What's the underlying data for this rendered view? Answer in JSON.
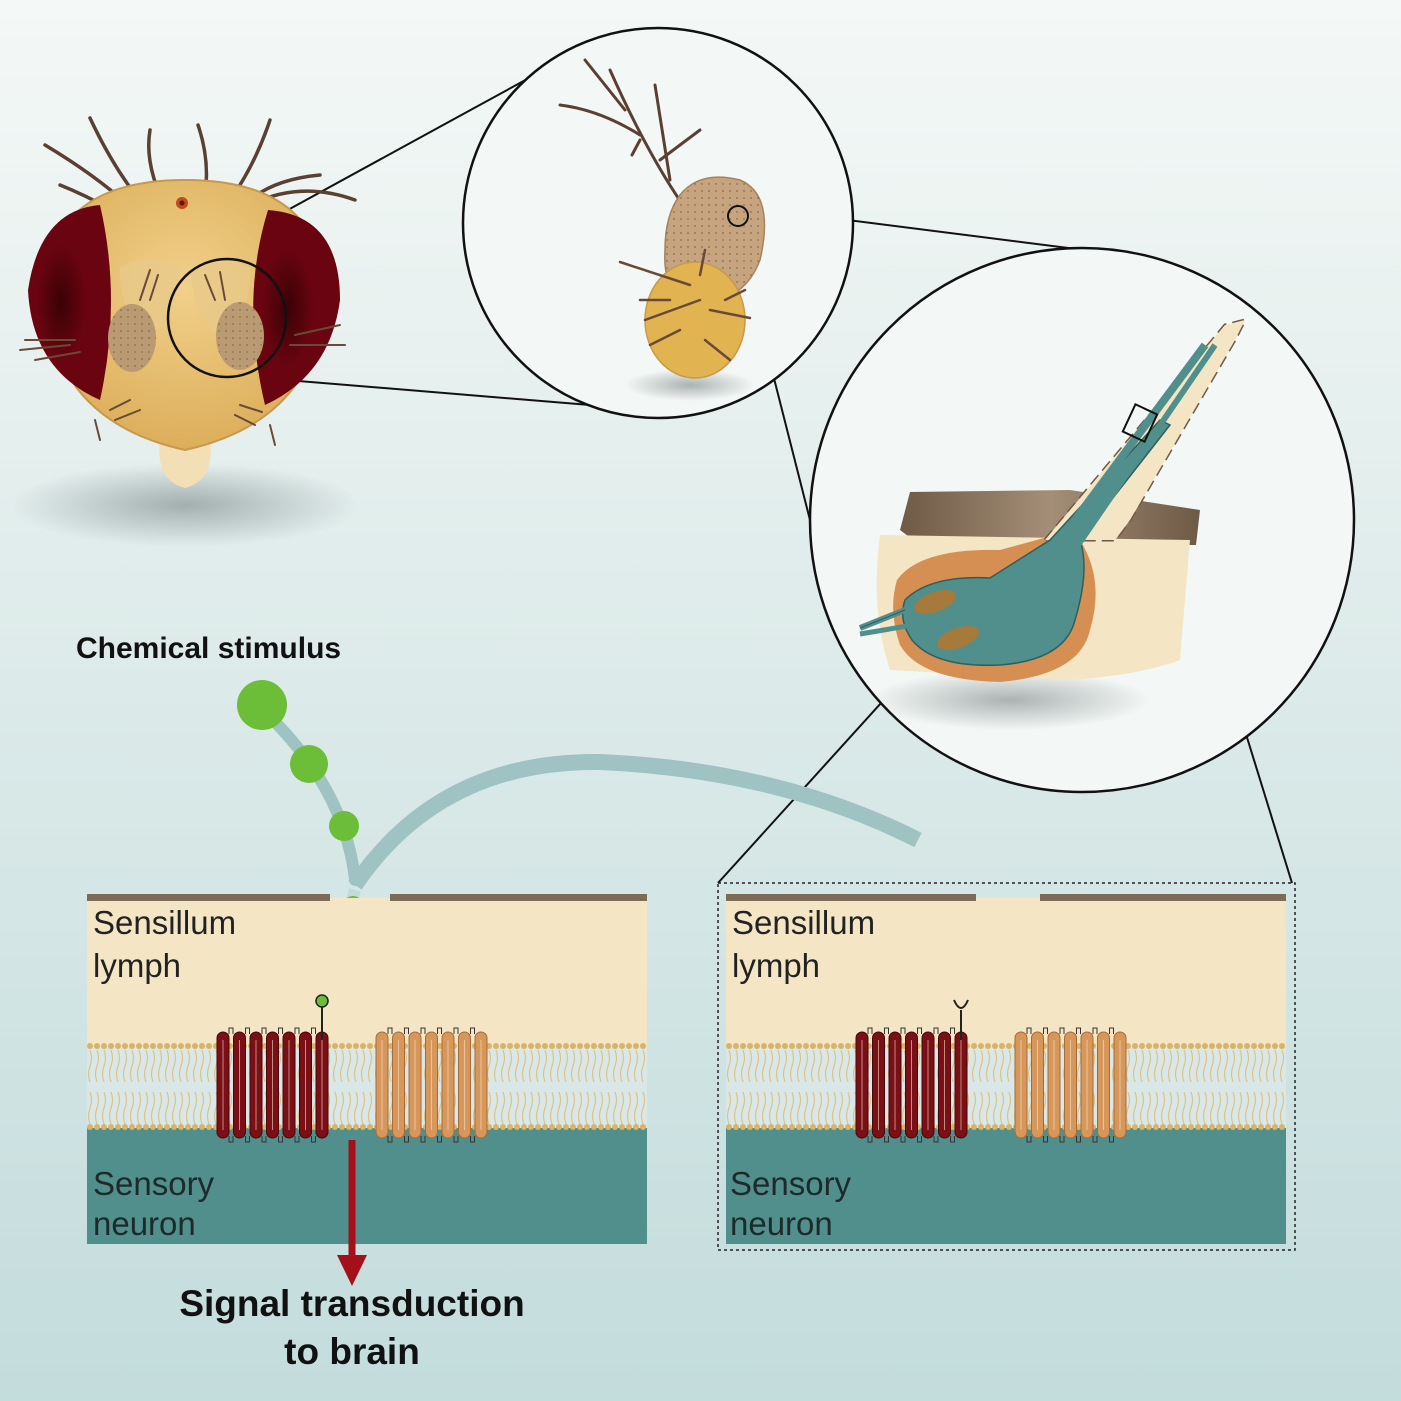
{
  "labels": {
    "chemical_stimulus": "Chemical stimulus",
    "signal_line1": "Signal transduction",
    "signal_line2": "to brain"
  },
  "panels": {
    "left": {
      "lymph_line1": "Sensillum",
      "lymph_line2": "lymph",
      "neuron_line1": "Sensory",
      "neuron_line2": "neuron",
      "state": "odorant bound"
    },
    "right": {
      "lymph_line1": "Sensillum",
      "lymph_line2": "lymph",
      "neuron_line1": "Sensory",
      "neuron_line2": "neuron",
      "state": "unbound"
    }
  },
  "colors": {
    "background_top": "#f4f8f6",
    "background_bottom": "#c3dcdc",
    "sensillum_lymph": "#f4e6c4",
    "sensory_neuron": "#518f8d",
    "cuticle": "#7d6b58",
    "odorant": "#6cbd37",
    "receptor_dark": "#7a0f16",
    "receptor_light": "#d8975a",
    "signal_arrow": "#a3101a",
    "fly_eye": "#6a0410",
    "fly_head": "#e6bc6c"
  },
  "icons": [
    "fly-head-icon",
    "antenna-icon",
    "sensillum-icon",
    "odorant-molecule-icon",
    "arrow-down-icon"
  ]
}
